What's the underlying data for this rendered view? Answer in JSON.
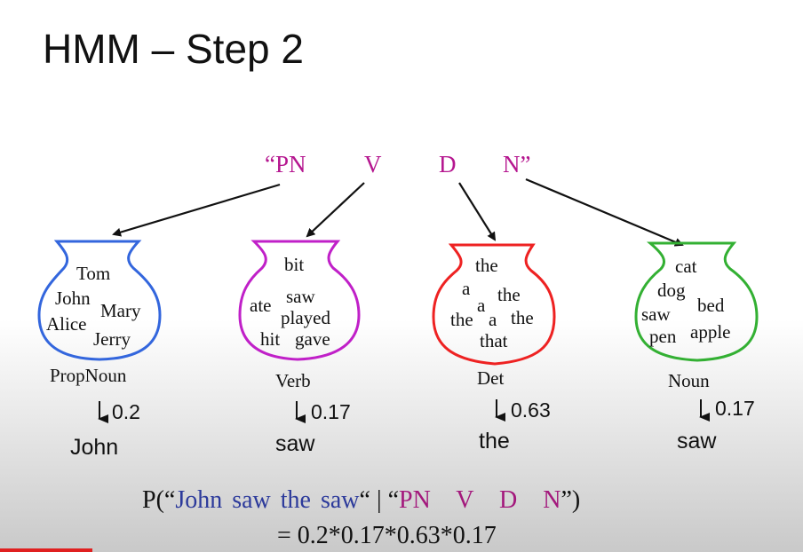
{
  "title": "HMM – Step 2",
  "tag_sequence": {
    "pn": "“PN",
    "v": "V",
    "d": "D",
    "n": "N”"
  },
  "urns": [
    {
      "color": "#3366dd",
      "label": "PropNoun",
      "words": [
        "Tom",
        "John",
        "Mary",
        "Alice",
        "Jerry"
      ],
      "probability": "0.2",
      "observed": "John"
    },
    {
      "color": "#c020c8",
      "label": "Verb",
      "words": [
        "bit",
        "ate",
        "saw",
        "played",
        "hit",
        "gave"
      ],
      "probability": "0.17",
      "observed": "saw"
    },
    {
      "color": "#ee2222",
      "label": "Det",
      "words": [
        "the",
        "a",
        "the",
        "a",
        "the",
        "a",
        "the",
        "that"
      ],
      "probability": "0.63",
      "observed": "the"
    },
    {
      "color": "#33b033",
      "label": "Noun",
      "words": [
        "cat",
        "dog",
        "bed",
        "saw",
        "pen",
        "apple"
      ],
      "probability": "0.17",
      "observed": "saw"
    }
  ],
  "formula": {
    "prefix": "P(“",
    "sentence": "John saw the saw",
    "middle": "“ | “",
    "tags": "PN V D N",
    "suffix": "”)",
    "line2": "= 0.2*0.17*0.63*0.17"
  }
}
